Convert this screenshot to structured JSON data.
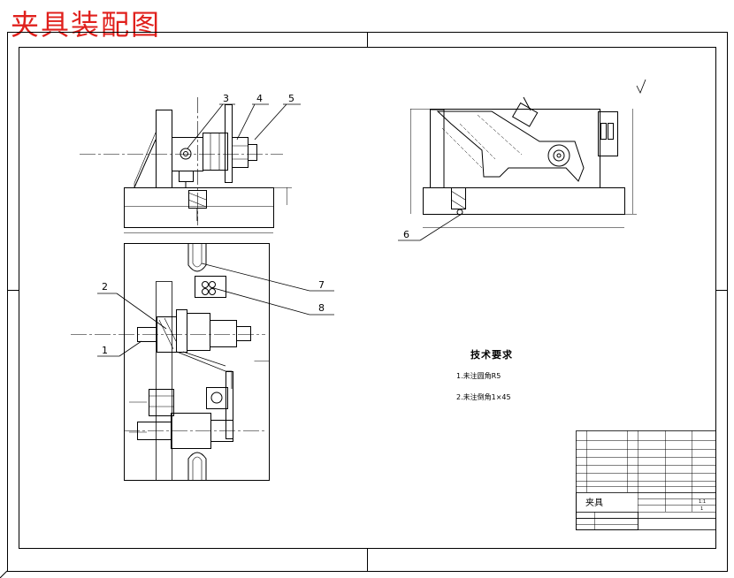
{
  "title": "夹具装配图",
  "balloons": [
    "1",
    "2",
    "3",
    "4",
    "5",
    "6",
    "7",
    "8"
  ],
  "technical_requirements": {
    "heading": "技术要求",
    "items": [
      "1.未注圆角R5",
      "2.未注倒角1×45"
    ]
  },
  "title_block": {
    "drawing_name": "夹具",
    "scale": "1:1",
    "sheet": "1"
  }
}
